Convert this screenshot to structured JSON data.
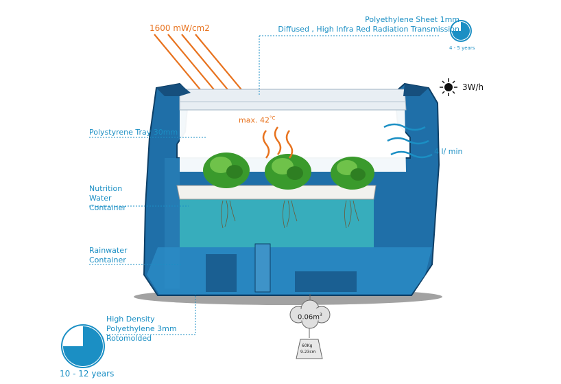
{
  "colors": {
    "label_blue": "#1b8fc4",
    "container_blue": "#1f6fa8",
    "container_dark": "#164f7d",
    "water": "#3cb8c0",
    "sun_orange": "#e8731f",
    "lettuce_green": "#3a9a2c"
  },
  "labels": {
    "sun_intensity": "1600 mW/cm2",
    "sheet_line1": "Polyethylene Sheet 1mm",
    "sheet_line2": "Diffused , High Infra Red Radiation Transmission",
    "sheet_lifespan": "4 - 5 years",
    "fan_power": "3W/h",
    "airflow": "4 l/ min",
    "max_temp": "max. 42",
    "max_temp_unit": "°C",
    "tray": "Polystyrene Tray 30mm",
    "nutrition_line1": "Nutrition",
    "nutrition_line2": "Water",
    "nutrition_line3": "Container",
    "rain_line1": "Rainwater",
    "rain_line2": "Container",
    "hdpe_line1": "High Density",
    "hdpe_line2": "Polyethylene 3mm",
    "hdpe_line3": "Rotomolded",
    "container_lifespan": "10 - 12 years",
    "volume": "0.06m",
    "volume_exp": "3",
    "weight": "60Kg",
    "weight_dim": "9.23cm"
  },
  "lifespan_gauges": {
    "sheet_fraction": 0.75,
    "container_fraction": 0.75
  }
}
